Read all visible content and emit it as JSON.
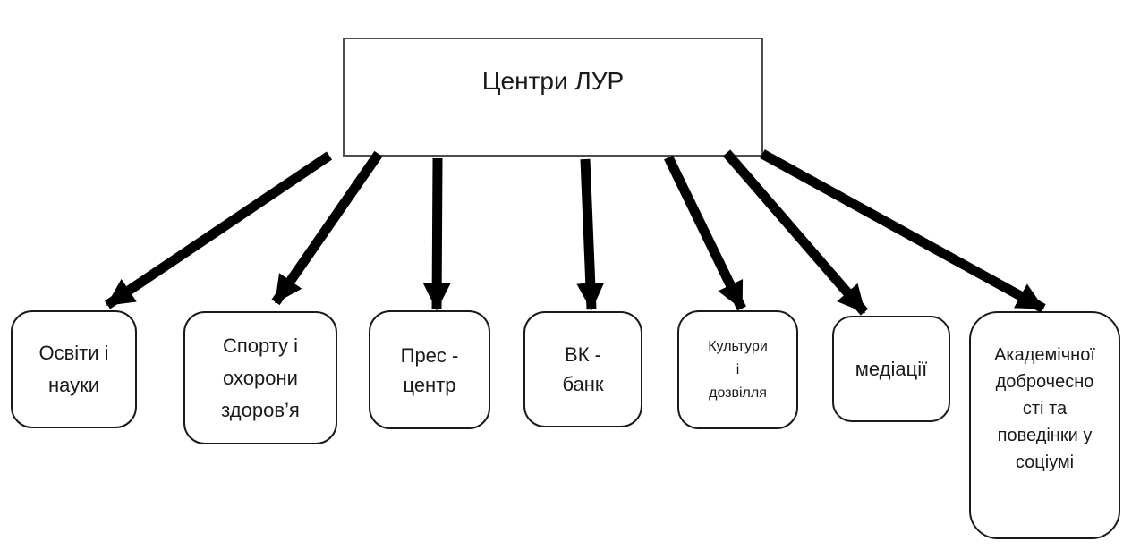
{
  "diagram": {
    "background": "#ffffff",
    "arrow_color": "#000000",
    "root_border_color": "#4d4d4d",
    "leaf_border_color": "#1a1a1a",
    "root_node": {
      "id": "root",
      "label": "Центри ЛУР"
    },
    "children": [
      {
        "id": "education",
        "label": "Освіти і\nнауки"
      },
      {
        "id": "sport",
        "label": "Спорту і\nохорони\nздоров’я"
      },
      {
        "id": "press",
        "label": "Прес -\nцентр"
      },
      {
        "id": "vk_bank",
        "label": "ВК -\nбанк"
      },
      {
        "id": "culture",
        "label": "Культури\nі\nдозвілля"
      },
      {
        "id": "mediation",
        "label": "медіації"
      },
      {
        "id": "integrity",
        "label": "Академічної\nдоброчесно\nсті та\nповедінки у\nсоціумі"
      }
    ],
    "connections": [
      {
        "from": "root",
        "to": "education"
      },
      {
        "from": "root",
        "to": "sport"
      },
      {
        "from": "root",
        "to": "press"
      },
      {
        "from": "root",
        "to": "vk_bank"
      },
      {
        "from": "root",
        "to": "culture"
      },
      {
        "from": "root",
        "to": "mediation"
      },
      {
        "from": "root",
        "to": "integrity"
      }
    ]
  }
}
